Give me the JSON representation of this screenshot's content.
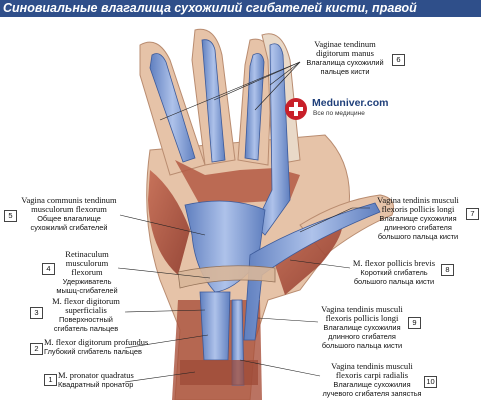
{
  "title": "Синовиальные влагалища сухожилий сгибателей кисти, правой",
  "logo": {
    "name": "Meduniver.com",
    "tagline": "Все по медицине"
  },
  "labels": [
    {
      "num": "6",
      "latin": "Vaginae tendinum digitorum manus",
      "russian": "Влагалища сухожилий пальцев кисти"
    },
    {
      "num": "5",
      "latin": "Vagina communis tendinum musculorum flexorum",
      "russian": "Общее влагалище сухожилий сгибателей"
    },
    {
      "num": "4",
      "latin": "Retinaculum musculorum flexorum",
      "russian": "Удерживатель мышц-сгибателей"
    },
    {
      "num": "3",
      "latin": "M. flexor digitorum superficialis",
      "russian": "Поверхностный сгибатель пальцев"
    },
    {
      "num": "2",
      "latin": "M. flexor digitorum profundus",
      "russian": "Глубокий сгибатель пальцев"
    },
    {
      "num": "1",
      "latin": "M. pronator quadratus",
      "russian": "Квадратный пронатор"
    },
    {
      "num": "7",
      "latin": "Vagina tendinis musculi flexoris pollicis longi",
      "russian": "Влагалище сухожилия длинного сгибателя большого пальца кисти"
    },
    {
      "num": "8",
      "latin": "M. flexor pollicis brevis",
      "russian": "Короткий сгибатель большого пальца кисти"
    },
    {
      "num": "9",
      "latin": "Vagina tendinis musculi flexoris pollicis longi",
      "russian": "Влагалище сухожилия длинного сгибателя большого пальца кисти"
    },
    {
      "num": "10",
      "latin": "Vagina tendinis musculi flexoris carpi radialis",
      "russian": "Влагалище сухожилия лучевого сгибателя запястья"
    }
  ],
  "colors": {
    "sheath": "#7f9bd0",
    "muscle": "#b0543f",
    "skin": "#e9c8ae",
    "title_bar": "#2f4f8a"
  }
}
